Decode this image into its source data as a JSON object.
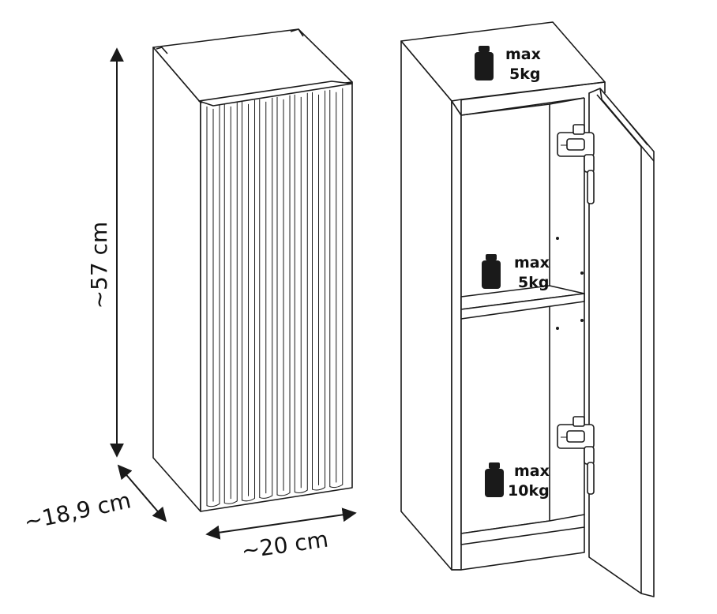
{
  "dimensions": {
    "height": "~57 cm",
    "depth": "~18,9 cm",
    "width": "~20 cm"
  },
  "weight_limits": {
    "top": {
      "line1": "max",
      "line2": "5kg"
    },
    "middle": {
      "line1": "max",
      "line2": "5kg"
    },
    "bottom": {
      "line1": "max",
      "line2": "10kg"
    }
  },
  "colors": {
    "line": "#1a1a1a",
    "weight_icon": "#1a1a1a",
    "background": "#ffffff"
  }
}
